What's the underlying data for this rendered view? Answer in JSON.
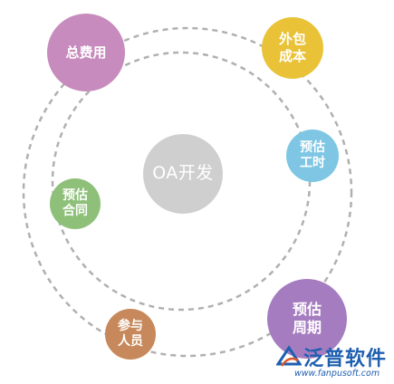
{
  "center": {
    "label": "OA开发",
    "color": "#cfcfcf"
  },
  "nodes": [
    {
      "id": "zfy",
      "label": "总费用",
      "color": "#c78bbd"
    },
    {
      "id": "wbcb",
      "label": "外包\n成本",
      "color": "#e9c237"
    },
    {
      "id": "gsgs",
      "label": "预估\n工时",
      "color": "#7ec6e3"
    },
    {
      "id": "gsht",
      "label": "预估\n合同",
      "color": "#8ec07a"
    },
    {
      "id": "gszq",
      "label": "预估\n周期",
      "color": "#a57cc0"
    },
    {
      "id": "cyry",
      "label": "参与\n人员",
      "color": "#c7895c"
    }
  ],
  "ring_color": "#b0b0b0",
  "watermark": {
    "name": "泛普软件",
    "url": "www.fanpusoft.com",
    "color": "#1e5fb0"
  }
}
